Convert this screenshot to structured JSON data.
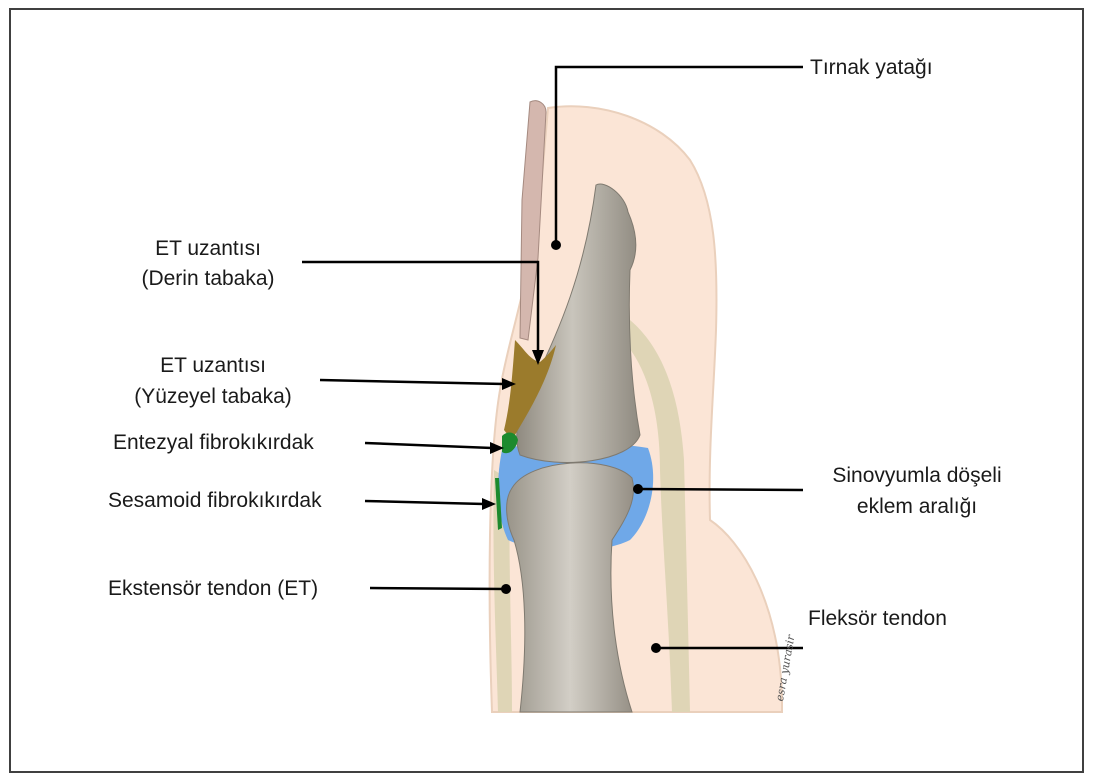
{
  "labels": {
    "nail_bed": "Tırnak yatağı",
    "et_deep_line1": "ET uzantısı",
    "et_deep_line2": "(Derin tabaka)",
    "et_superficial_line1": "ET uzantısı",
    "et_superficial_line2": "(Yüzeyel tabaka)",
    "enthesial_fibrocartilage": "Entezyal fibrokıkırdak",
    "sesamoid_fibrocartilage": "Sesamoid fibrokıkırdak",
    "extensor_tendon": "Ekstensör tendon (ET)",
    "synovial_space_line1": "Sinovyumla döşeli",
    "synovial_space_line2": "eklem aralığı",
    "flexor_tendon": "Fleksör tendon"
  },
  "signature": "esra yurasir",
  "colors": {
    "skin": "#fbe5d6",
    "skin_outline": "#e9c8b0",
    "bone": "#b7b2a8",
    "bone_shadow": "#8f8a80",
    "nail": "#d4b7ae",
    "tendon": "#ddd4b4",
    "extensor_expansion": "#9b7b2c",
    "fibrocartilage": "#1d8a2e",
    "synovial_space": "#6fa8e8",
    "leader_line": "#000000",
    "frame_border": "#404040"
  }
}
